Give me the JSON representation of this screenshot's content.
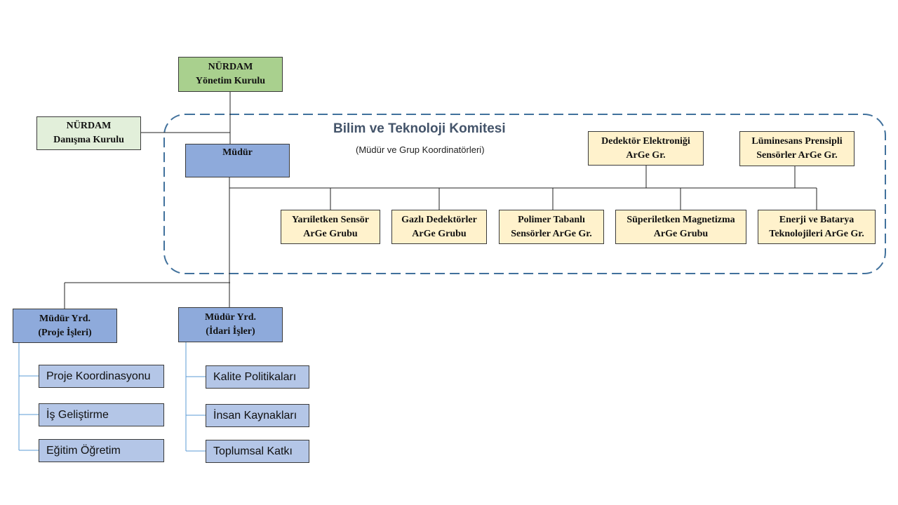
{
  "board": {
    "line1": "NÜRDAM",
    "line2": "Yönetim Kurulu"
  },
  "advisory": {
    "line1": "NÜRDAM",
    "line2": "Danışma Kurulu"
  },
  "director": {
    "label": "Müdür"
  },
  "committee": {
    "title": "Bilim ve Teknoloji Komitesi",
    "subtitle": "(Müdür ve Grup Koordinatörleri)"
  },
  "groups_top": [
    {
      "line1": "Dedektör Elektroniği",
      "line2": "ArGe Gr."
    },
    {
      "line1": "Lüminesans Prensipli",
      "line2": "Sensörler ArGe Gr."
    }
  ],
  "groups_bottom": [
    {
      "line1": "Yarıiletken Sensör",
      "line2": "ArGe Grubu"
    },
    {
      "line1": "Gazlı Dedektörler",
      "line2": "ArGe Grubu"
    },
    {
      "line1": "Polimer Tabanlı",
      "line2": "Sensörler ArGe Gr."
    },
    {
      "line1": "Süperiletken Magnetizma",
      "line2": "ArGe Grubu"
    },
    {
      "line1": "Enerji ve Batarya",
      "line2": "Teknolojileri ArGe Gr."
    }
  ],
  "deputies": [
    {
      "line1": "Müdür Yrd.",
      "line2": "(Proje İşleri)",
      "units": [
        "Proje Koordinasyonu",
        "İş Geliştirme",
        "Eğitim Öğretim"
      ]
    },
    {
      "line1": "Müdür Yrd.",
      "line2": "(İdari İşler)",
      "units": [
        "Kalite Politikaları",
        "İnsan Kaynakları",
        "Toplumsal Katkı"
      ]
    }
  ],
  "colors": {
    "board": "#a9d08e",
    "advisory": "#e2efda",
    "director": "#8eaadb",
    "group": "#fff2cc",
    "deputy": "#b4c6e7",
    "committee_border": "#41719c",
    "connector": "#222222",
    "unit_connector": "#5b9bd5"
  }
}
